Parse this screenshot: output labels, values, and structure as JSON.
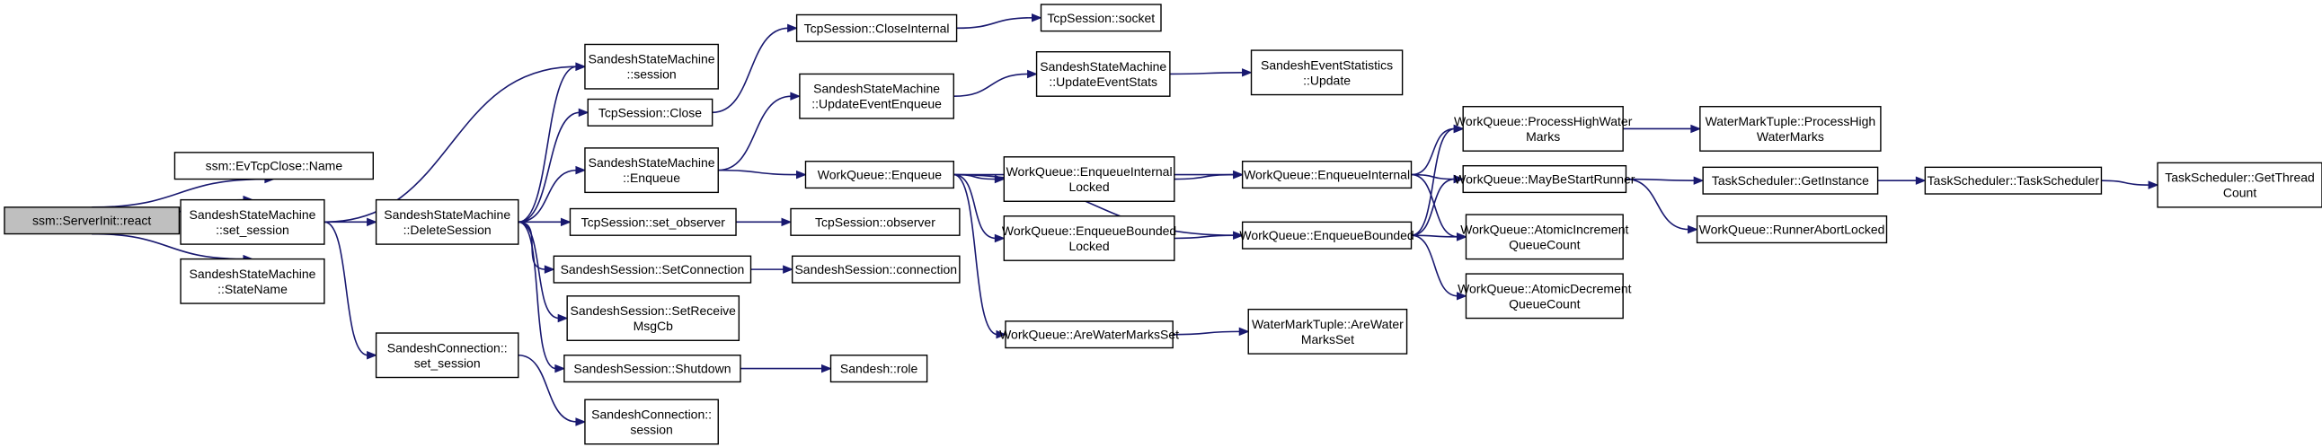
{
  "colors": {
    "edge": "#191970",
    "root_fill": "#bfbfbf",
    "node_fill": "#ffffff",
    "border": "#000000",
    "background": "#ffffff"
  },
  "nodes": {
    "react": [
      "ssm::ServerInit::react"
    ],
    "tcpclose_name": [
      "ssm::EvTcpClose::Name"
    ],
    "ssm_set_session": [
      "SandeshStateMachine",
      "::set_session"
    ],
    "ssm_statename": [
      "SandeshStateMachine",
      "::StateName"
    ],
    "ssm_session": [
      "SandeshStateMachine",
      "::session"
    ],
    "ssm_deletesession": [
      "SandeshStateMachine",
      "::DeleteSession"
    ],
    "sconn_set_session": [
      "SandeshConnection::",
      "set_session"
    ],
    "sconn_session": [
      "SandeshConnection::",
      "session"
    ],
    "tcp_close": [
      "TcpSession::Close"
    ],
    "tcp_closeinternal": [
      "TcpSession::CloseInternal"
    ],
    "tcp_socket": [
      "TcpSession::socket"
    ],
    "ssm_enqueue": [
      "SandeshStateMachine",
      "::Enqueue"
    ],
    "ssm_updateeventenqueue": [
      "SandeshStateMachine",
      "::UpdateEventEnqueue"
    ],
    "ssm_updateeventstats": [
      "SandeshStateMachine",
      "::UpdateEventStats"
    ],
    "ses_update": [
      "SandeshEventStatistics",
      "::Update"
    ],
    "tcp_set_observer": [
      "TcpSession::set_observer"
    ],
    "tcp_observer": [
      "TcpSession::observer"
    ],
    "ss_setconnection": [
      "SandeshSession::SetConnection"
    ],
    "ss_connection": [
      "SandeshSession::connection"
    ],
    "ss_setreceivemsgcb": [
      "SandeshSession::SetReceive",
      "MsgCb"
    ],
    "ss_shutdown": [
      "SandeshSession::Shutdown"
    ],
    "sandesh_role": [
      "Sandesh::role"
    ],
    "wq_enqueue": [
      "WorkQueue::Enqueue"
    ],
    "wq_enqueueinternallocked": [
      "WorkQueue::EnqueueInternal",
      "Locked"
    ],
    "wq_enqueueboundedlocked": [
      "WorkQueue::EnqueueBounded",
      "Locked"
    ],
    "wq_arewatermarksset": [
      "WorkQueue::AreWaterMarksSet"
    ],
    "wq_enqueueinternal": [
      "WorkQueue::EnqueueInternal"
    ],
    "wq_enqueuebounded": [
      "WorkQueue::EnqueueBounded"
    ],
    "wmt_arewatermarksset": [
      "WaterMarkTuple::AreWater",
      "MarksSet"
    ],
    "wq_processhighwatermarks": [
      "WorkQueue::ProcessHighWater",
      "Marks"
    ],
    "wq_maybestartrunner": [
      "WorkQueue::MayBeStartRunner"
    ],
    "wq_atomicincrement": [
      "WorkQueue::AtomicIncrement",
      "QueueCount"
    ],
    "wq_atomicdecrement": [
      "WorkQueue::AtomicDecrement",
      "QueueCount"
    ],
    "wmt_processhighwatermarks": [
      "WaterMarkTuple::ProcessHigh",
      "WaterMarks"
    ],
    "ts_getinstance": [
      "TaskScheduler::GetInstance"
    ],
    "wq_runnerabortlocked": [
      "WorkQueue::RunnerAbortLocked"
    ],
    "ts_taskscheduler": [
      "TaskScheduler::TaskScheduler"
    ],
    "ts_getthreadcount": [
      "TaskScheduler::GetThread",
      "Count"
    ]
  },
  "edges": [
    [
      "react",
      "tcpclose_name"
    ],
    [
      "react",
      "ssm_set_session"
    ],
    [
      "react",
      "ssm_statename"
    ],
    [
      "ssm_set_session",
      "ssm_session"
    ],
    [
      "ssm_set_session",
      "ssm_deletesession"
    ],
    [
      "ssm_set_session",
      "sconn_set_session"
    ],
    [
      "ssm_deletesession",
      "ssm_session"
    ],
    [
      "ssm_deletesession",
      "tcp_close"
    ],
    [
      "ssm_deletesession",
      "ssm_enqueue"
    ],
    [
      "ssm_deletesession",
      "tcp_set_observer"
    ],
    [
      "ssm_deletesession",
      "ss_setconnection"
    ],
    [
      "ssm_deletesession",
      "ss_setreceivemsgcb"
    ],
    [
      "ssm_deletesession",
      "ss_shutdown"
    ],
    [
      "sconn_set_session",
      "sconn_session"
    ],
    [
      "tcp_close",
      "tcp_closeinternal"
    ],
    [
      "tcp_closeinternal",
      "tcp_socket"
    ],
    [
      "ssm_enqueue",
      "ssm_updateeventenqueue"
    ],
    [
      "ssm_enqueue",
      "wq_enqueue"
    ],
    [
      "ssm_updateeventenqueue",
      "ssm_updateeventstats"
    ],
    [
      "ssm_updateeventstats",
      "ses_update"
    ],
    [
      "tcp_set_observer",
      "tcp_observer"
    ],
    [
      "ss_setconnection",
      "ss_connection"
    ],
    [
      "ss_shutdown",
      "sandesh_role"
    ],
    [
      "wq_enqueue",
      "wq_enqueueinternallocked"
    ],
    [
      "wq_enqueue",
      "wq_enqueueinternal"
    ],
    [
      "wq_enqueue",
      "wq_enqueueboundedlocked"
    ],
    [
      "wq_enqueue",
      "wq_enqueuebounded"
    ],
    [
      "wq_enqueue",
      "wq_arewatermarksset"
    ],
    [
      "wq_enqueueinternallocked",
      "wq_enqueueinternal"
    ],
    [
      "wq_enqueueboundedlocked",
      "wq_enqueuebounded"
    ],
    [
      "wq_arewatermarksset",
      "wmt_arewatermarksset"
    ],
    [
      "wq_enqueueinternal",
      "wq_processhighwatermarks"
    ],
    [
      "wq_enqueueinternal",
      "wq_maybestartrunner"
    ],
    [
      "wq_enqueueinternal",
      "wq_atomicincrement"
    ],
    [
      "wq_enqueuebounded",
      "wq_processhighwatermarks"
    ],
    [
      "wq_enqueuebounded",
      "wq_maybestartrunner"
    ],
    [
      "wq_enqueuebounded",
      "wq_atomicincrement"
    ],
    [
      "wq_enqueuebounded",
      "wq_atomicdecrement"
    ],
    [
      "wq_processhighwatermarks",
      "wmt_processhighwatermarks"
    ],
    [
      "wq_maybestartrunner",
      "ts_getinstance"
    ],
    [
      "wq_maybestartrunner",
      "wq_runnerabortlocked"
    ],
    [
      "ts_getinstance",
      "ts_taskscheduler"
    ],
    [
      "ts_taskscheduler",
      "ts_getthreadcount"
    ]
  ]
}
